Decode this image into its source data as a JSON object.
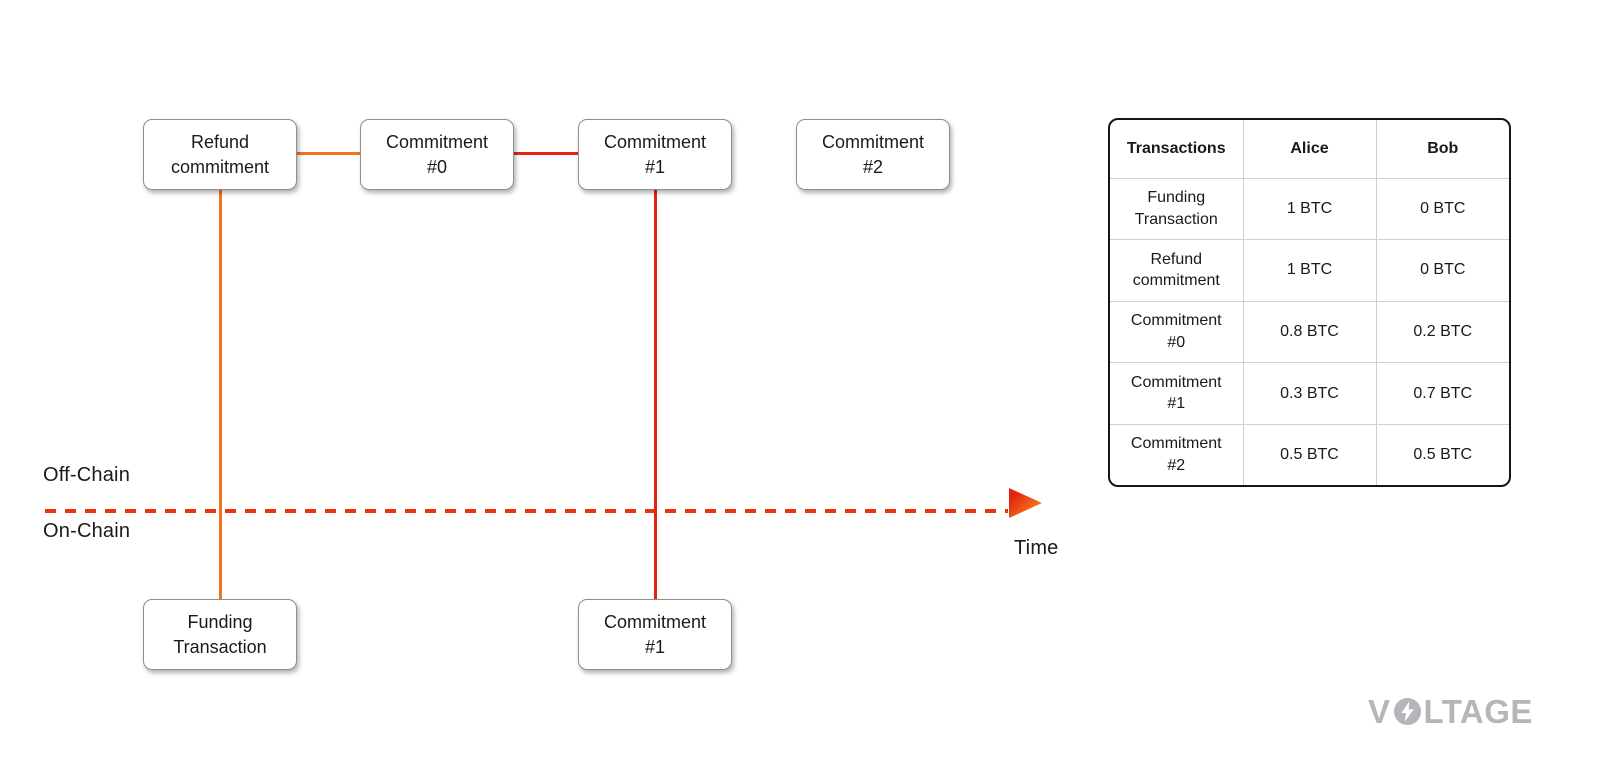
{
  "diagram": {
    "nodes": {
      "refund_commitment": [
        "Refund",
        "commitment"
      ],
      "commitment_0": [
        "Commitment",
        "#0"
      ],
      "commitment_1_offchain": [
        "Commitment",
        "#1"
      ],
      "commitment_2": [
        "Commitment",
        "#2"
      ],
      "funding_transaction": [
        "Funding",
        "Transaction"
      ],
      "commitment_1_onchain": [
        "Commitment",
        "#1"
      ]
    },
    "labels": {
      "off_chain": "Off-Chain",
      "on_chain": "On-Chain",
      "time": "Time"
    },
    "colors": {
      "orange": "#F5731E",
      "red": "#E3250F",
      "dash": "#EA3310",
      "arrow_gradient_start": "#E3250F",
      "arrow_gradient_end": "#F98C1F"
    }
  },
  "table": {
    "headers": [
      "Transactions",
      "Alice",
      "Bob"
    ],
    "rows": [
      {
        "transaction": [
          "Funding",
          "Transaction"
        ],
        "alice": "1 BTC",
        "bob": "0 BTC"
      },
      {
        "transaction": [
          "Refund",
          "commitment"
        ],
        "alice": "1 BTC",
        "bob": "0 BTC"
      },
      {
        "transaction": [
          "Commitment",
          "#0"
        ],
        "alice": "0.8 BTC",
        "bob": "0.2 BTC"
      },
      {
        "transaction": [
          "Commitment",
          "#1"
        ],
        "alice": "0.3 BTC",
        "bob": "0.7 BTC"
      },
      {
        "transaction": [
          "Commitment",
          "#2"
        ],
        "alice": "0.5 BTC",
        "bob": "0.5 BTC"
      }
    ]
  },
  "logo": {
    "name": "VOLTAGE",
    "part1": "V",
    "part2": "LTAGE",
    "bolt_icon": "lightning-bolt-icon",
    "color": "#B5B5BA"
  }
}
